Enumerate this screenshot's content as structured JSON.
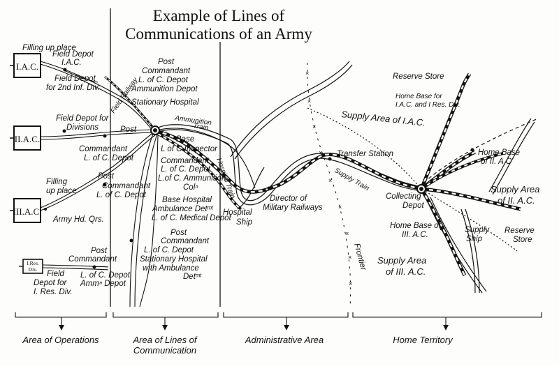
{
  "title": {
    "line1": "Example of Lines of",
    "line2": "Communications of an Army"
  },
  "units": {
    "ac1": "I.A.C.",
    "ac2": "II.A.C.",
    "ac3": "III.A.C.",
    "res_div_line1": "I.Res.",
    "res_div_line2": "Div."
  },
  "labels": {
    "filling_up_place_top": "Filling up place",
    "field_depot_iac_1": "Field Depot",
    "field_depot_iac_2": "I.A.C.",
    "field_depot_2nd_1": "Field Depot",
    "field_depot_2nd_2": "for 2nd Inf. Div.",
    "post_cmdt_top_1": "Post",
    "post_cmdt_top_2": "Commandant",
    "post_cmdt_top_3": "L. of C. Depot",
    "post_cmdt_top_4": "Ammunition Depot",
    "post_cmdt_top_5": "Stationary Hospital",
    "field_railway": "Field Railway",
    "field_depot_div_1": "Field Depot for",
    "field_depot_div_2": "Divisions",
    "post_cmdt_ii_1": "Post",
    "post_cmdt_ii_2": "Commandant",
    "post_cmdt_ii_3": "L. of C. Depot",
    "filling_up_1": "Filling",
    "filling_up_2": "up place",
    "post_cmdt_iii_1": "Post",
    "post_cmdt_iii_2": "Commandant",
    "post_cmdt_iii_3": "L. of C. Depot",
    "army_hq": "Army Hd. Qrs.",
    "post_cmdt_res_1": "Post",
    "post_cmdt_res_2": "Commandant",
    "post_cmdt_res_3": "L. of C. Depot",
    "post_cmdt_res_4": "Ammⁿ Depot",
    "field_depot_res_1": "Field",
    "field_depot_res_2": "Depot for",
    "field_depot_res_3": "I. Res. Div.",
    "ammunition_train_1": "Ammunition",
    "ammunition_train_2": "Train",
    "base_1": "Base",
    "base_2": "L of C Inspector",
    "base_3": "Commandant",
    "base_4": "L. of C. Depot",
    "base_5": "L.of C. Ammunition",
    "base_6": "Colⁿ",
    "base_7": "Base Hospital",
    "base_8": "Ambulance Detᵐᵗ",
    "base_9": "L. of C. Medical Depot",
    "hospital_train": "Hospital Train",
    "post_cmdt_bot_1": "Post",
    "post_cmdt_bot_2": "Commandant",
    "post_cmdt_bot_3": "L. of C. Depot",
    "post_cmdt_bot_4": "Stationary Hospital",
    "post_cmdt_bot_5": "with Ambulance",
    "post_cmdt_bot_6": "Detᵐᵗ",
    "hospital_ship_1": "Hospital",
    "hospital_ship_2": "Ship",
    "director_1": "Director of",
    "director_2": "Military Railways",
    "transfer_station": "Transfer Station",
    "supply_train": "Supply Train",
    "supply_area_i": "Supply Area of I.A.C.",
    "collecting_1": "Collecting",
    "collecting_2": "Depot",
    "frontier": "Frontier",
    "reserve_store_top": "Reserve Store",
    "home_base_i_1": "Home Base for",
    "home_base_i_2": "I.A.C. and I Res. Div.",
    "home_base_ii_1": "Home Base",
    "home_base_ii_2": "of II. A C",
    "supply_area_ii_1": "Supply Area",
    "supply_area_ii_2": "of II. A.C.",
    "home_base_iii_1": "Home Base of",
    "home_base_iii_2": "III. A.C.",
    "supply_ship_1": "Supply",
    "supply_ship_2": "Ship",
    "reserve_store_bot_1": "Reserve",
    "reserve_store_bot_2": "Store",
    "supply_area_iii_1": "Supply Area",
    "supply_area_iii_2": "of III. A.C."
  },
  "areas": {
    "operations": "Area of Operations",
    "loc_1": "Area of Lines of",
    "loc_2": "Communication",
    "administrative": "Administrative Area",
    "home": "Home Territory"
  },
  "colors": {
    "ink": "#111111",
    "paper": "#fdfdfb"
  }
}
